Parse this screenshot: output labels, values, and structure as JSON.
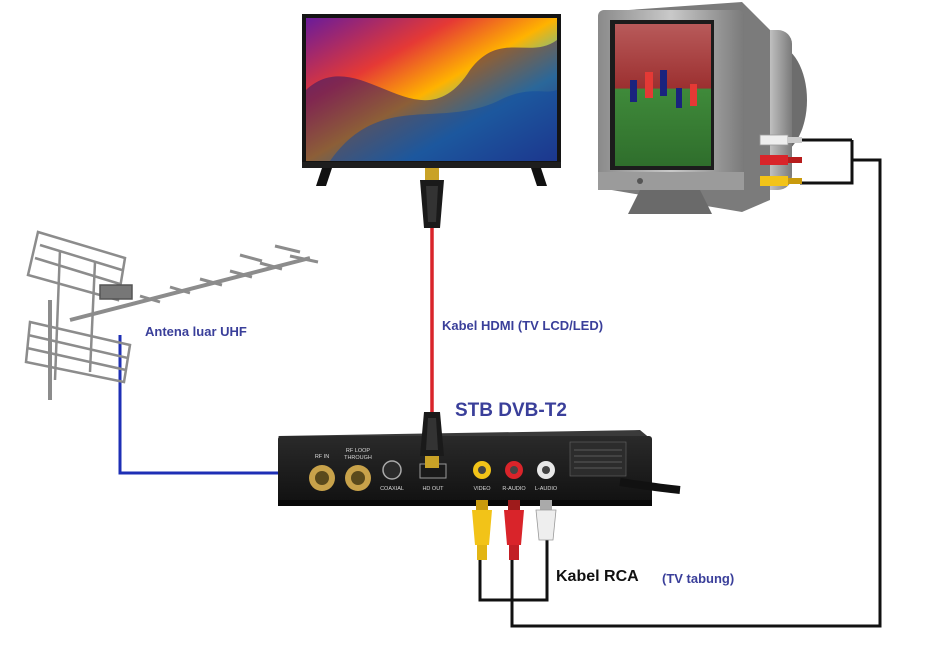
{
  "labels": {
    "antenna": "Antena luar UHF",
    "hdmi_cable": "Kabel HDMI (TV LCD/LED)",
    "stb": "STB DVB-T2",
    "rca_cable": "Kabel RCA",
    "rca_cable_note": "(TV tabung)"
  },
  "ports": {
    "rf_in": "RF IN",
    "rf_loop_1": "RF LOOP",
    "rf_loop_2": "THROUGH",
    "coaxial": "COAXIAL",
    "hdmi_out": "HD OUT",
    "video": "VIDEO",
    "r_audio": "R-AUDIO",
    "l_audio": "L-AUDIO"
  },
  "colors": {
    "label_blue": "#3a3f9a",
    "label_dark": "#111111",
    "antenna_cable": "#1e2fb5",
    "hdmi_cable": "#d9242a",
    "rca_cable": "#111111",
    "rca_yellow": "#f2c318",
    "rca_red": "#d9242a",
    "rca_white": "#e8e8e8"
  },
  "icons": [
    "antenna-icon",
    "lcd-tv-icon",
    "crt-tv-icon",
    "set-top-box-icon",
    "hdmi-plug-icon",
    "rca-plug-icon"
  ]
}
